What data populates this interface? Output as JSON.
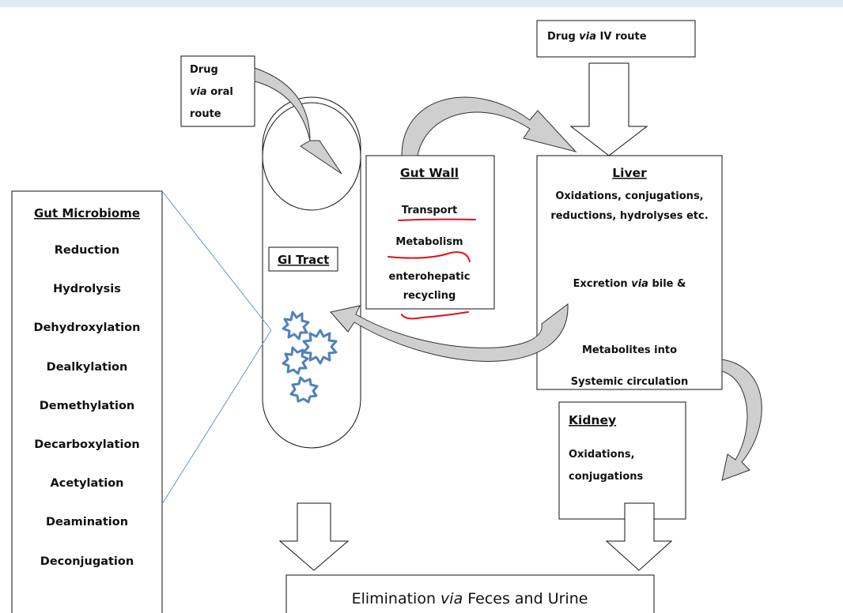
{
  "oral_box": {
    "line1": "Drug",
    "line2_italic": "via",
    "line2_rest": " oral",
    "line3": "route"
  },
  "iv_box": {
    "prefix": "Drug ",
    "italic": "via",
    "suffix": " IV route"
  },
  "microbiome": {
    "title": "Gut Microbiome",
    "items": [
      "Reduction",
      "Hydrolysis",
      "Dehydroxylation",
      "Dealkylation",
      "Demethylation",
      "Decarboxylation",
      "Acetylation",
      "Deamination",
      "Deconjugation"
    ]
  },
  "gi_tract": {
    "label": "GI Tract"
  },
  "gut_wall": {
    "title": "Gut Wall",
    "items": [
      "Transport",
      "Metabolism",
      "enterohepatic",
      "recycling"
    ]
  },
  "liver": {
    "title": "Liver",
    "line1": "Oxidations, conjugations,",
    "line2": "reductions, hydrolyses etc.",
    "excretion_prefix": "Excretion ",
    "excretion_italic": "via",
    "excretion_suffix": " bile &",
    "metabolites": "Metabolites into",
    "systemic": "Systemic circulation"
  },
  "kidney": {
    "title": "Kidney",
    "line1": "Oxidations,",
    "line2": "conjugations"
  },
  "elimination": {
    "prefix": "Elimination ",
    "italic": "via",
    "suffix": " Feces and Urine"
  },
  "colors": {
    "annotation_red": "#e0101a",
    "microbe_blue": "#4f81bd",
    "arrow_gray": "#cfcfcf",
    "connector_blue": "#6a93c8",
    "topbar": "#dcebf5"
  }
}
